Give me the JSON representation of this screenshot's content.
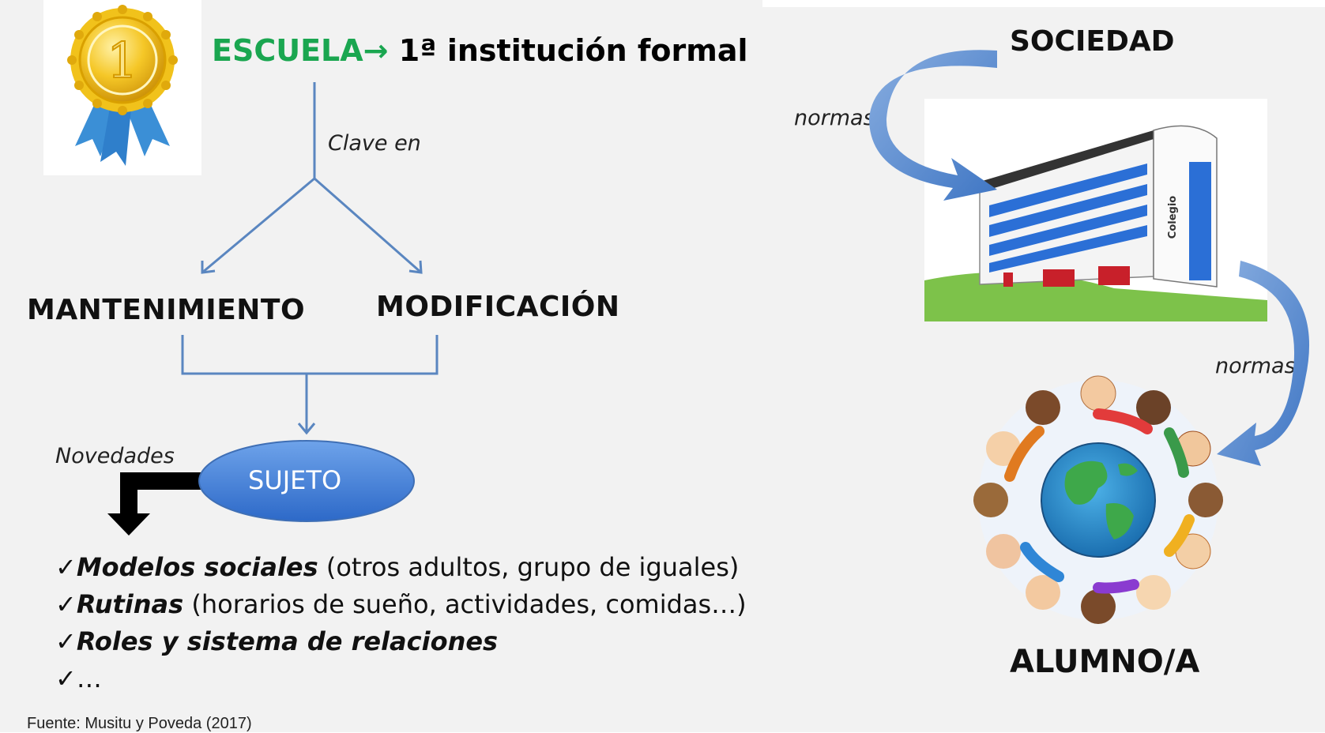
{
  "left": {
    "title": {
      "green": "ESCUELA",
      "arrow": "→",
      "rest": "1ª institución formal"
    },
    "medal_number": "1",
    "clave": "Clave en",
    "branches": [
      "MANTENIMIENTO",
      "MODIFICACIÓN"
    ],
    "novedades": "Novedades",
    "sujeto": "SUJETO",
    "list": [
      {
        "check": "✓",
        "bold": "Modelos sociales",
        "rest": " (otros adultos, grupo de iguales)"
      },
      {
        "check": "✓",
        "bold": "Rutinas",
        "rest": " (horarios de sueño, actividades,  comidas…)"
      },
      {
        "check": "✓",
        "bold": "Roles y sistema de relaciones",
        "rest": ""
      },
      {
        "check": "✓",
        "bold": "",
        "rest": "…"
      }
    ],
    "source": "Fuente: Musitu y Poveda (2017)"
  },
  "right": {
    "sociedad": "SOCIEDAD",
    "normas_top": "normas",
    "normas_bottom": "normas",
    "building_sign": "Colegio",
    "alumno": "ALUMNO/A"
  },
  "colors": {
    "green": "#1aa650",
    "line_blue": "#5a86c0",
    "arrow_blue": "#4f81bd",
    "ellipse_blue": "#3d78d0",
    "panel": "#f2f2f2"
  },
  "icons": [
    "medal-icon",
    "building-icon",
    "children-globe-icon",
    "curved-arrow-icon",
    "bent-arrow-icon"
  ]
}
